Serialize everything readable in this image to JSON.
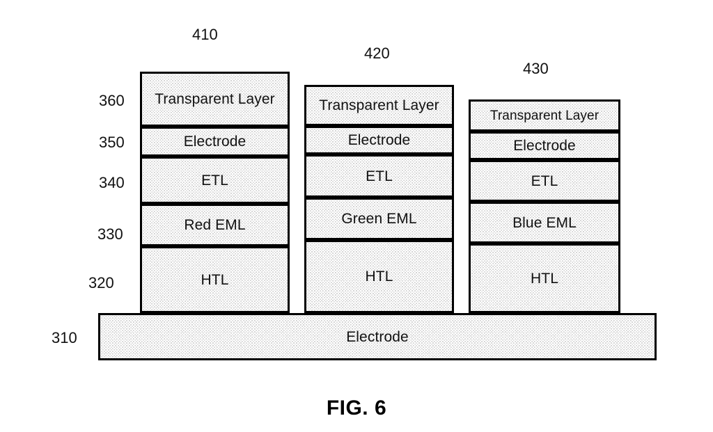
{
  "figure": {
    "caption": "FIG. 6",
    "background_color": "#ffffff",
    "line_color": "#000000",
    "fill_color": "#ededed"
  },
  "callouts": [
    {
      "id": "410",
      "label": "410"
    },
    {
      "id": "420",
      "label": "420"
    },
    {
      "id": "430",
      "label": "430"
    }
  ],
  "reference_numerals": [
    {
      "id": "360",
      "label": "360"
    },
    {
      "id": "350",
      "label": "350"
    },
    {
      "id": "340",
      "label": "340"
    },
    {
      "id": "330",
      "label": "330"
    },
    {
      "id": "320",
      "label": "320"
    },
    {
      "id": "310",
      "label": "310"
    }
  ],
  "stacks": {
    "red": {
      "callout": "410",
      "layers": {
        "transparent_layer": "Transparent Layer",
        "electrode": "Electrode",
        "etl": "ETL",
        "eml": "Red EML",
        "htl": "HTL"
      }
    },
    "green": {
      "callout": "420",
      "layers": {
        "transparent_layer": "Transparent Layer",
        "electrode": "Electrode",
        "etl": "ETL",
        "eml": "Green EML",
        "htl": "HTL"
      }
    },
    "blue": {
      "callout": "430",
      "layers": {
        "transparent_layer": "Transparent Layer",
        "electrode": "Electrode",
        "etl": "ETL",
        "eml": "Blue EML",
        "htl": "HTL"
      }
    }
  },
  "substrate": {
    "label": "Electrode",
    "numeral": "310"
  }
}
